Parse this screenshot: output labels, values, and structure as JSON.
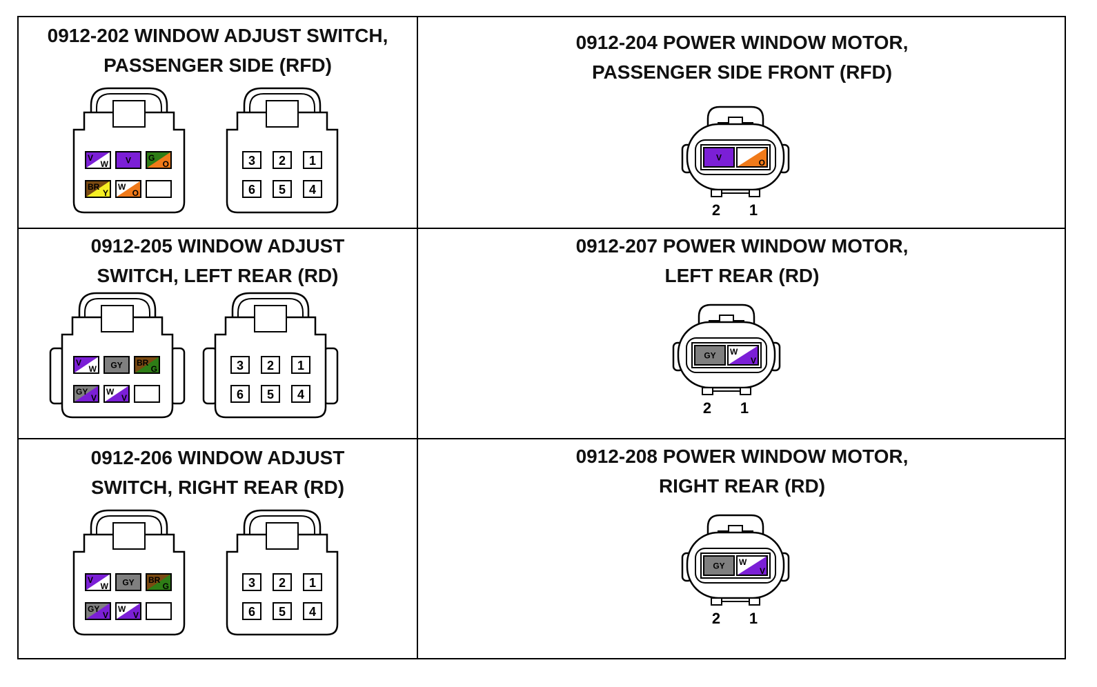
{
  "cells": [
    {
      "kind": "switch6",
      "line1": "0912-202 WINDOW ADJUST SWITCH,",
      "line2": "PASSENGER SIDE (RFD)",
      "pins": [
        {
          "type": "split",
          "c1": "#7b1fd6",
          "c2": "#ffffff",
          "l1": "V",
          "l2": "W"
        },
        {
          "type": "solid",
          "c1": "#7b1fd6",
          "l1": "V"
        },
        {
          "type": "split",
          "c1": "#2e7d16",
          "c2": "#f07a1a",
          "l1": "G",
          "l2": "O"
        },
        {
          "type": "split",
          "c1": "#7a4a12",
          "c2": "#f5ee24",
          "l1": "BR",
          "l2": "Y"
        },
        {
          "type": "split",
          "c1": "#ffffff",
          "c2": "#f07a1a",
          "l1": "W",
          "l2": "O"
        },
        {
          "type": "empty"
        }
      ],
      "numbers": [
        "3",
        "2",
        "1",
        "6",
        "5",
        "4"
      ]
    },
    {
      "kind": "motor",
      "line1": "0912-204 POWER WINDOW MOTOR,",
      "line2": "PASSENGER SIDE FRONT (RFD)",
      "pins": [
        {
          "type": "solid",
          "c1": "#7b1fd6",
          "l1": "V"
        },
        {
          "type": "split",
          "c1": "#ffffff",
          "c2": "#f07a1a",
          "l1": "",
          "l2": "O"
        }
      ],
      "numbers": [
        "2",
        "1"
      ]
    },
    {
      "kind": "switch6",
      "line1": "0912-205  WINDOW ADJUST",
      "line2": "SWITCH, LEFT REAR (RD)",
      "pins": [
        {
          "type": "split",
          "c1": "#7b1fd6",
          "c2": "#ffffff",
          "l1": "V",
          "l2": "W"
        },
        {
          "type": "solid",
          "c1": "#7f7f7f",
          "l1": "GY"
        },
        {
          "type": "split",
          "c1": "#7a4a12",
          "c2": "#2e7d16",
          "l1": "BR",
          "l2": "G"
        },
        {
          "type": "split",
          "c1": "#7f7f7f",
          "c2": "#7b1fd6",
          "l1": "GY",
          "l2": "V"
        },
        {
          "type": "split",
          "c1": "#ffffff",
          "c2": "#7b1fd6",
          "l1": "W",
          "l2": "V"
        },
        {
          "type": "empty"
        }
      ],
      "numbers": [
        "3",
        "2",
        "1",
        "6",
        "5",
        "4"
      ]
    },
    {
      "kind": "motor",
      "line1": "0912-207 POWER WINDOW MOTOR,",
      "line2": "LEFT REAR (RD)",
      "pins": [
        {
          "type": "solid",
          "c1": "#7f7f7f",
          "l1": "GY"
        },
        {
          "type": "split",
          "c1": "#ffffff",
          "c2": "#7b1fd6",
          "l1": "W",
          "l2": "V"
        }
      ],
      "numbers": [
        "2",
        "1"
      ]
    },
    {
      "kind": "switch6",
      "line1": "0912-206  WINDOW ADJUST",
      "line2": "SWITCH, RIGHT REAR (RD)",
      "pins": [
        {
          "type": "split",
          "c1": "#7b1fd6",
          "c2": "#ffffff",
          "l1": "V",
          "l2": "W"
        },
        {
          "type": "solid",
          "c1": "#7f7f7f",
          "l1": "GY"
        },
        {
          "type": "split",
          "c1": "#7a4a12",
          "c2": "#2e7d16",
          "l1": "BR",
          "l2": "G"
        },
        {
          "type": "split",
          "c1": "#7f7f7f",
          "c2": "#7b1fd6",
          "l1": "GY",
          "l2": "V"
        },
        {
          "type": "split",
          "c1": "#ffffff",
          "c2": "#7b1fd6",
          "l1": "W",
          "l2": "V"
        },
        {
          "type": "empty"
        }
      ],
      "numbers": [
        "3",
        "2",
        "1",
        "6",
        "5",
        "4"
      ]
    },
    {
      "kind": "motor",
      "line1": "0912-208 POWER WINDOW MOTOR,",
      "line2": "RIGHT REAR (RD)",
      "pins": [
        {
          "type": "solid",
          "c1": "#7f7f7f",
          "l1": "GY"
        },
        {
          "type": "split",
          "c1": "#ffffff",
          "c2": "#7b1fd6",
          "l1": "W",
          "l2": "V"
        }
      ],
      "numbers": [
        "2",
        "1"
      ]
    }
  ]
}
